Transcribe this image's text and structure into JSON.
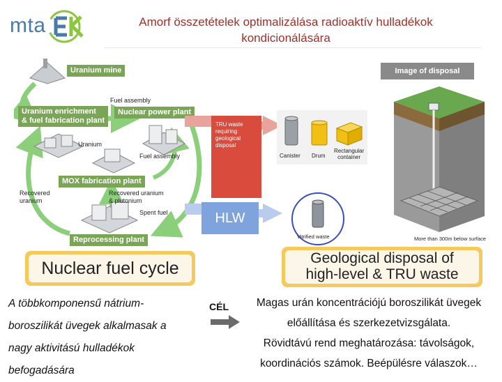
{
  "header": {
    "logo_text": "mta",
    "title_line1": "Amorf összetételek optimalizálása radioaktív hulladékok",
    "title_line2": "kondicionálására"
  },
  "fuel_cycle": {
    "stages": {
      "uranium_mine": "Uranium mine",
      "enrichment_l1": "Uranium enrichment",
      "enrichment_l2": "& fuel fabrication plant",
      "npp": "Nuclear power plant",
      "mox": "MOX fabrication plant",
      "reprocessing": "Reprocessing plant"
    },
    "flows": {
      "fuel_assembly_top": "Fuel assembly",
      "uranium": "Uranium",
      "fuel_assembly_mid": "Fuel assembly",
      "recovered_uranium_l1": "Recovered",
      "recovered_uranium_l2": "uranium",
      "recovered_u_pu_l1": "Recovered uranium",
      "recovered_u_pu_l2": "& plutonium",
      "spent_fuel": "Spent fuel"
    },
    "banner": "Nuclear fuel cycle"
  },
  "waste": {
    "tru_box_l1": "TRU waste",
    "tru_box_l2": "requiring",
    "tru_box_l3": "geological",
    "tru_box_l4": "disposal",
    "canister": "Canister",
    "drum": "Drum",
    "rect_l1": "Rectangular",
    "rect_l2": "container",
    "hlw": "HLW",
    "vitrified": "Vitrified waste",
    "image_tag": "Image of disposal",
    "depth_note": "More than 300m below surface",
    "banner_l1": "Geological disposal of",
    "banner_l2": "high-level & TRU waste"
  },
  "bottom": {
    "left_lines": [
      "A többkomponensű nátrium-",
      "boroszilikát üvegek alkalmasak a",
      "nagy aktivitású hulladékok",
      "befogadására"
    ],
    "cel_label": "CÉL",
    "right_lines": [
      "Magas urán koncentrációjú boroszilikát üvegek",
      "előállítása és  szerkezetvizsgálata.",
      "Rövidtávú rend meghatározása: távolságok,",
      "koordinációs számok. Beépülésre válaszok…"
    ]
  },
  "colors": {
    "title": "#a0302a",
    "logo": "#4a7aa8",
    "stage_green": "#7aa556",
    "cycle_arrow": "#8ccf7a",
    "tru_box": "#d94b3c",
    "hlw_box": "#7fa3dd",
    "banner_border": "#f6c95c",
    "vitrified_circle": "#3a4dbd"
  }
}
